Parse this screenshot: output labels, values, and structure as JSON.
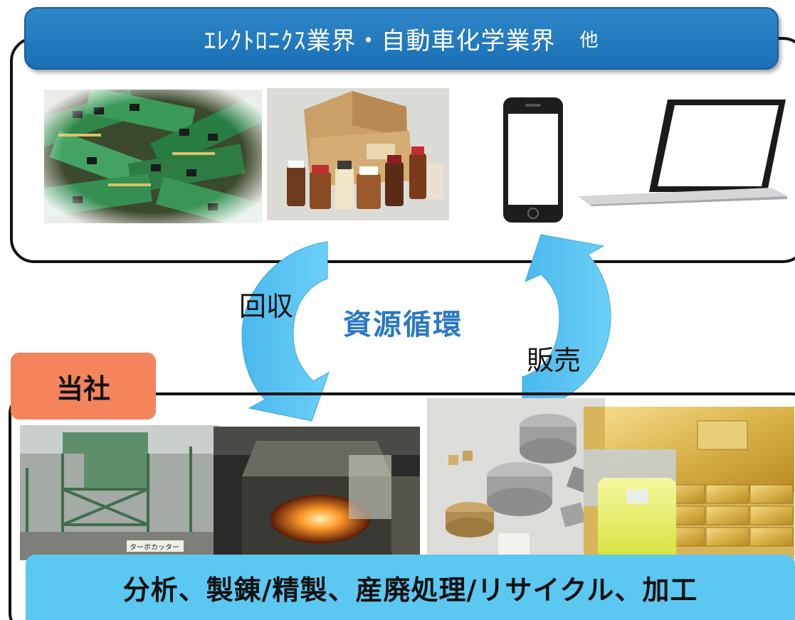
{
  "industries": {
    "banner_text": "ｴﾚｸﾄﾛﾆｸｽ業界・自動車化学業界",
    "other": "他",
    "photos": [
      "circuit-boards-icon",
      "chemical-bottles-icon",
      "smartphone-icon",
      "laptop-icon"
    ]
  },
  "cycle": {
    "title": "資源循環",
    "left_label": "回収",
    "right_label": "販売"
  },
  "company": {
    "tag": "当社",
    "services": "分析、製錬/精製、産廃処理/リサイクル、加工",
    "photos": [
      "factory-plant-icon",
      "furnace-icon",
      "metal-targets-icon",
      "gold-bars-icon"
    ]
  },
  "colors": {
    "banner_blue": "#1a70b4",
    "arrow_blue": "#5bc8f2",
    "tag_orange": "#f4845c",
    "services_blue": "#5bc8f2",
    "title_blue": "#2a78c4"
  }
}
